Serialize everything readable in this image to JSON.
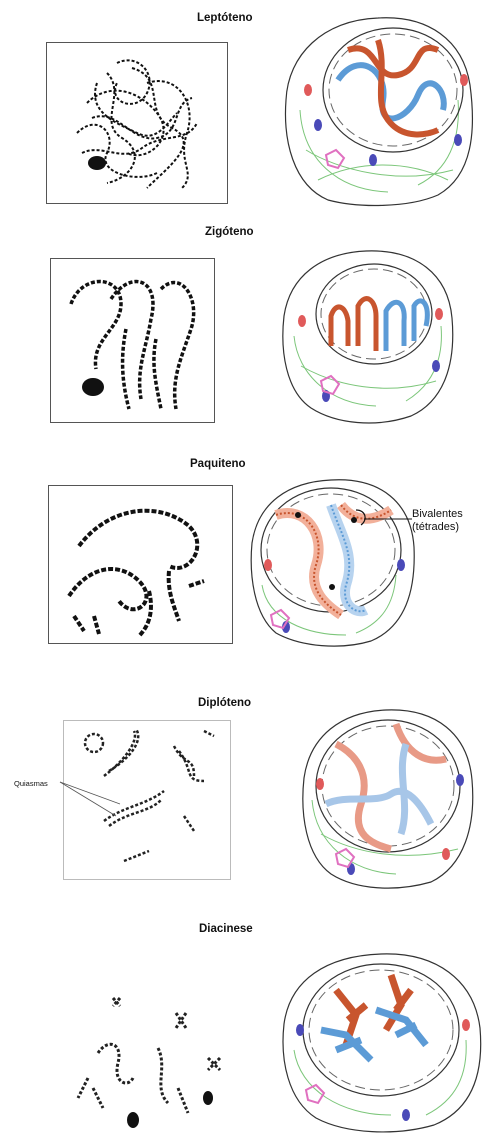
{
  "stages": [
    {
      "title": "Leptóteno"
    },
    {
      "title": "Zigóteno"
    },
    {
      "title": "Paquiteno"
    },
    {
      "title": "Diplóteno"
    },
    {
      "title": "Diacinese"
    }
  ],
  "annotations": {
    "bivalentes_line1": "Bivalentes",
    "bivalentes_line2": "(tétrades)",
    "quiasmas": "Quiasmas"
  },
  "colors": {
    "paternal": "#c8552e",
    "maternal": "#5c9bd6",
    "membrane": "#7cc67a",
    "mito_red": "#e05a5a",
    "mito_blue": "#4a4ab8",
    "golgi": "#e070c0"
  }
}
